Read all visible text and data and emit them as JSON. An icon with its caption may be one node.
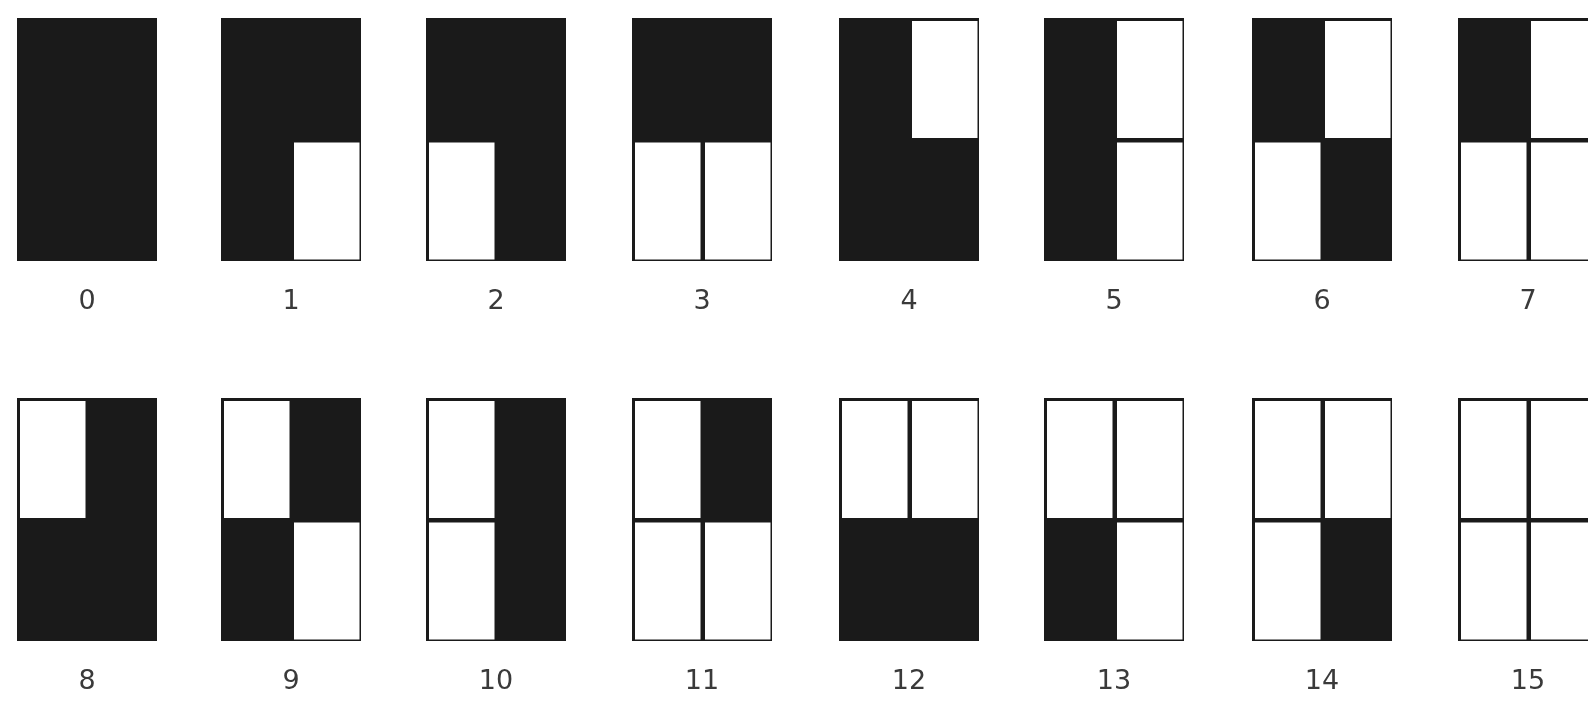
{
  "diagram": {
    "nodes": [
      {
        "text": [],
        "shape": "box",
        "beside": [
          "0"
        ]
      },
      {
        "text": [],
        "shape": "box",
        "beside": [
          "1"
        ]
      },
      {
        "text": [],
        "shape": "box",
        "beside": [
          "2"
        ]
      },
      {
        "text": [],
        "shape": "box",
        "beside": [
          "3"
        ]
      },
      {
        "text": [],
        "shape": "box",
        "beside": [
          "4"
        ]
      },
      {
        "text": [],
        "shape": "box",
        "beside": [
          "5"
        ]
      },
      {
        "text": [],
        "shape": "box",
        "beside": [
          "6"
        ]
      },
      {
        "text": [],
        "shape": "box",
        "beside": [
          "7"
        ]
      },
      {
        "text": [],
        "shape": "box",
        "beside": [
          "8"
        ]
      },
      {
        "text": [],
        "shape": "box",
        "beside": [
          "9"
        ]
      },
      {
        "text": [],
        "shape": "box",
        "beside": [
          "10"
        ]
      },
      {
        "text": [],
        "shape": "box",
        "beside": [
          "11"
        ]
      },
      {
        "text": [],
        "shape": "box",
        "beside": [
          "12"
        ]
      },
      {
        "text": [],
        "shape": "box",
        "beside": [
          "13"
        ]
      },
      {
        "text": [],
        "shape": "box",
        "beside": [
          "14"
        ]
      },
      {
        "text": [],
        "shape": "box",
        "beside": [
          "15"
        ]
      }
    ]
  }
}
